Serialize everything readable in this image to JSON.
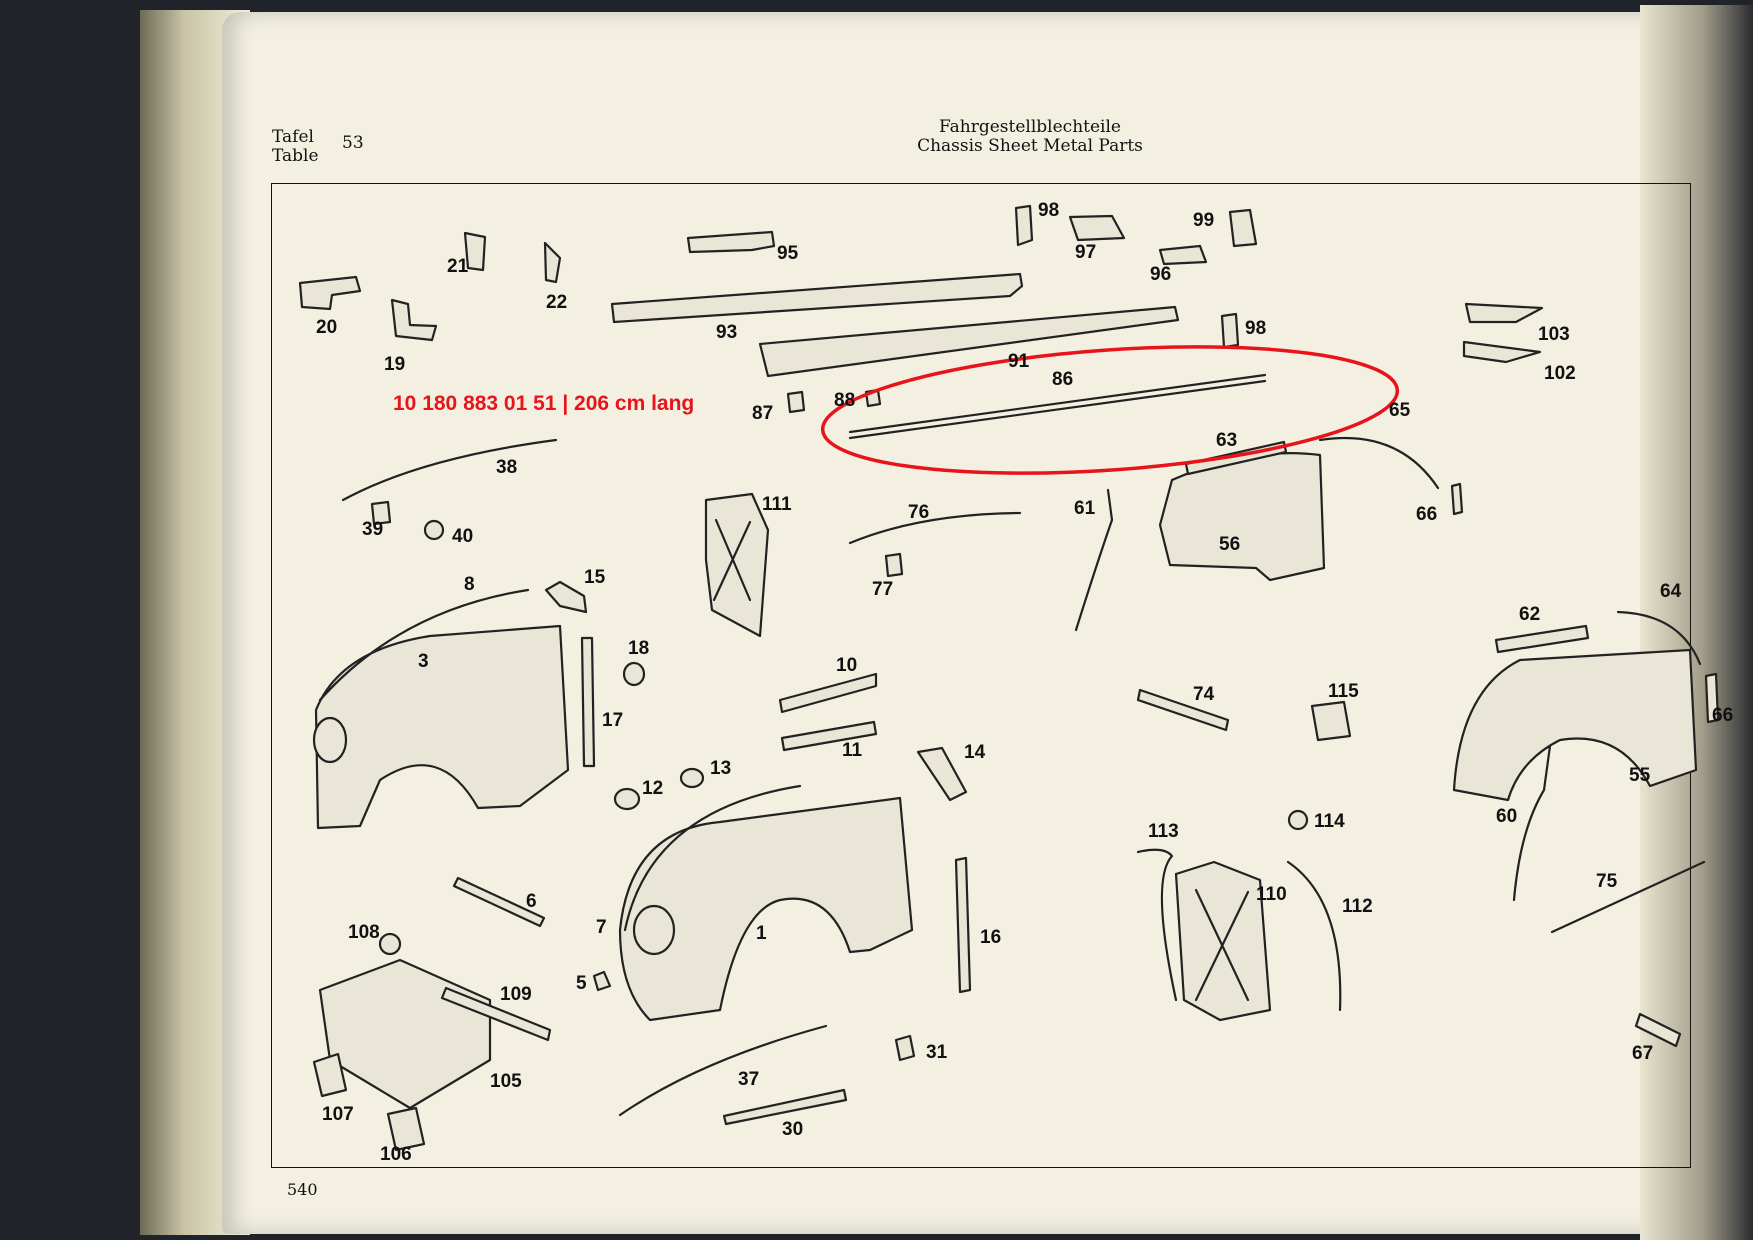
{
  "header": {
    "tafel_de": "Tafel",
    "tafel_en": "Table",
    "table_number": "53",
    "title_de": "Fahrgestellblechteile",
    "title_en": "Chassis Sheet Metal Parts"
  },
  "annotation": {
    "text": "10 180 883 01 51  |  206 cm lang",
    "color": "#e8141b"
  },
  "page_number": "540",
  "part_labels": [
    "20",
    "21",
    "22",
    "19",
    "93",
    "95",
    "98",
    "97",
    "96",
    "99",
    "91",
    "86",
    "98",
    "103",
    "102",
    "87",
    "88",
    "38",
    "39",
    "40",
    "111",
    "76",
    "77",
    "65",
    "63",
    "61",
    "66",
    "56",
    "8",
    "15",
    "3",
    "18",
    "17",
    "10",
    "11",
    "12",
    "13",
    "14",
    "74",
    "115",
    "62",
    "64",
    "55",
    "66",
    "113",
    "114",
    "110",
    "112",
    "60",
    "75",
    "7",
    "1",
    "6",
    "5",
    "16",
    "108",
    "109",
    "105",
    "107",
    "106",
    "37",
    "31",
    "30",
    "67"
  ]
}
